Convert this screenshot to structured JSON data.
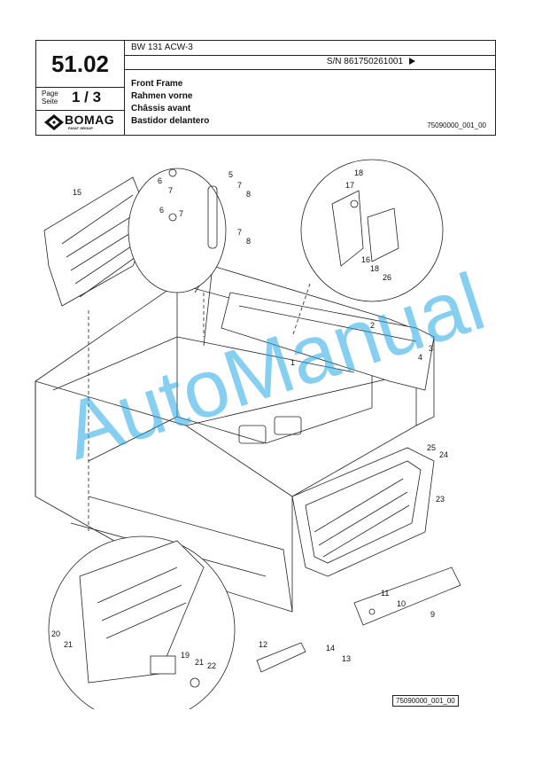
{
  "header": {
    "section_number": "51.02",
    "page_label_1": "Page",
    "page_label_2": "Seite",
    "page_number": "1 / 3",
    "brand": "BOMAG",
    "brand_sub": "FAYAT GROUP",
    "model": "BW 131 ACW-3",
    "serial": "S/N 861750261001",
    "title_en": "Front Frame",
    "title_de": "Rahmen vorne",
    "title_fr": "Châssis avant",
    "title_es": "Bastidor delantero",
    "drawing_ref": "75090000_001_00"
  },
  "diagram": {
    "callouts": [
      "15",
      "6",
      "7",
      "5",
      "7",
      "8",
      "6",
      "7",
      "7",
      "8",
      "18",
      "17",
      "16",
      "18",
      "26",
      "2",
      "3",
      "4",
      "1",
      "25",
      "24",
      "23",
      "11",
      "10",
      "9",
      "20",
      "21",
      "19",
      "21",
      "22",
      "12",
      "14",
      "13"
    ]
  },
  "watermark": "AutoManual",
  "footer": {
    "drawing_ref": "75090000_001_00"
  }
}
